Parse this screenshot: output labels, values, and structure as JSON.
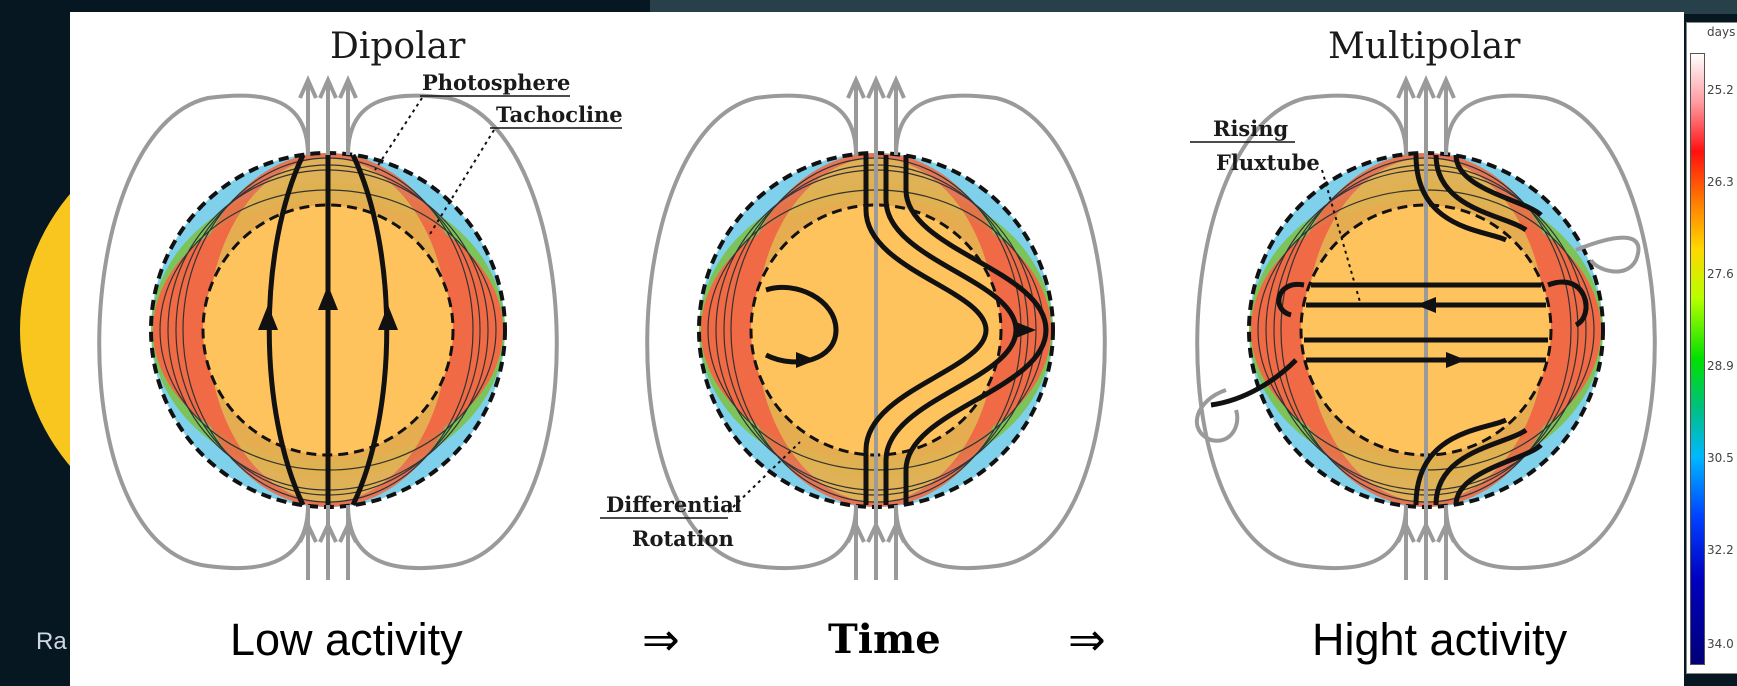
{
  "background_text": "Ra",
  "panels": [
    {
      "title": "Dipolar",
      "labels": [
        "Photosphere",
        "Tachocline"
      ]
    },
    {
      "title": "",
      "labels": [
        "Differential",
        "Rotation"
      ]
    },
    {
      "title": "Multipolar",
      "labels": [
        "Rising",
        "Fluxtube"
      ]
    }
  ],
  "captions": {
    "low": "Low activity",
    "arrow1": "⇒",
    "time": "Time",
    "arrow2": "⇒",
    "high": "Hight activity"
  },
  "colorbar": {
    "unit": "days",
    "ticks": [
      "25.2",
      "26.3",
      "27.6",
      "28.9",
      "30.5",
      "32.2",
      "34.0"
    ]
  },
  "colors": {
    "field_line_gray": "#9a9a9a",
    "core_orange": "#ffc35e",
    "zone_red": "#ef6a45",
    "zone_green": "#7cc35a",
    "zone_blue": "#7fd0ea"
  }
}
